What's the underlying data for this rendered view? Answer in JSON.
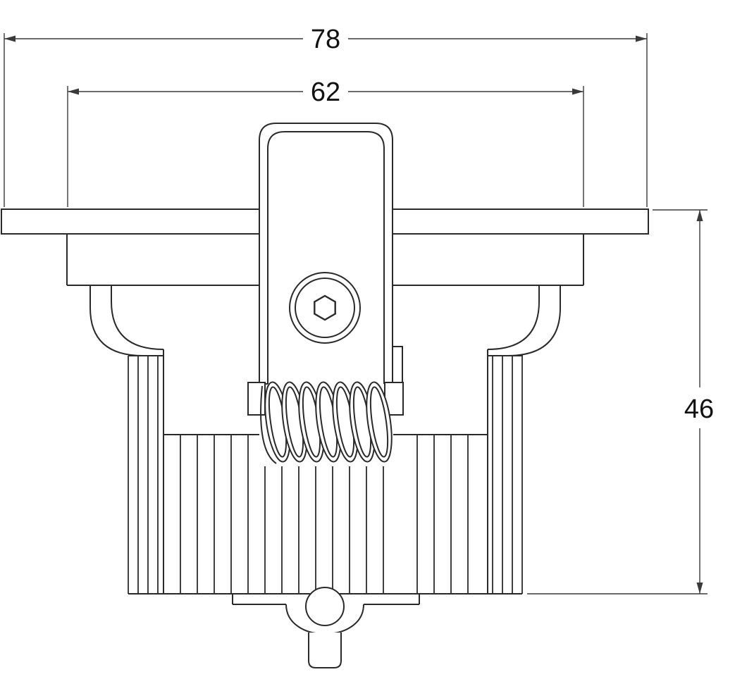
{
  "dimensions": {
    "overall_width": "78",
    "inner_width": "62",
    "height": "46"
  }
}
